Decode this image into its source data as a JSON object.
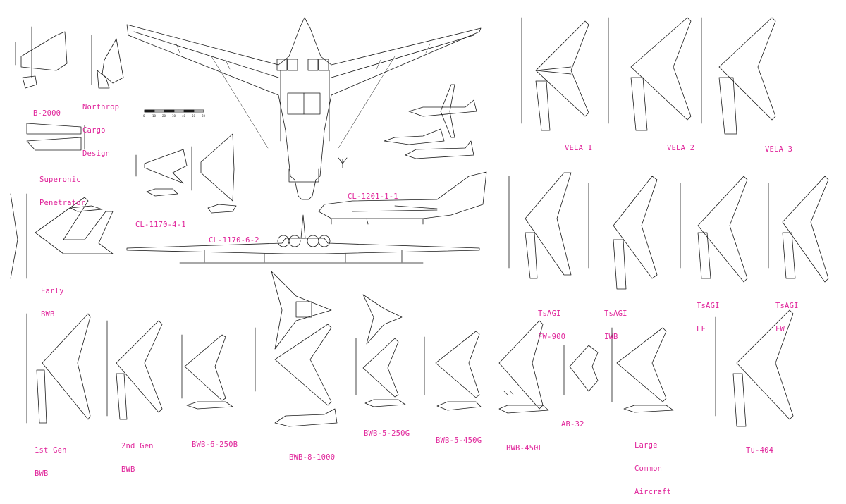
{
  "colors": {
    "label": "#e0249a",
    "line": "#1a1a1a",
    "background": "#ffffff"
  },
  "scale_bar": {
    "ticks": [
      "0",
      "10",
      "20",
      "30",
      "40",
      "50",
      "60"
    ]
  },
  "labels": {
    "b2000": [
      "B-2000"
    ],
    "northrop": [
      "Northrop",
      "Cargo",
      "Design"
    ],
    "superonic": [
      "Superonic",
      "Penetrator"
    ],
    "cl1201": [
      "CL-1201-1-1"
    ],
    "cl1170_4": [
      "CL-1170-4-1"
    ],
    "cl1170_6": [
      "CL-1170-6-2"
    ],
    "early_bwb": [
      "Early",
      "BWB"
    ],
    "vela1": [
      "VELA 1"
    ],
    "vela2": [
      "VELA 2"
    ],
    "vela3": [
      "VELA 3"
    ],
    "tsagi_fw900": [
      "TsAGI",
      "FW-900"
    ],
    "tsagi_iwb": [
      "TsAGI",
      "IWB"
    ],
    "tsagi_lf": [
      "TsAGI",
      "LF"
    ],
    "tsagi_fw": [
      "TsAGI",
      "FW"
    ],
    "gen1": [
      "1st Gen",
      "BWB"
    ],
    "gen2": [
      "2nd Gen",
      "BWB"
    ],
    "bwb6": [
      "BWB-6-250B"
    ],
    "bwb8": [
      "BWB-8-1000"
    ],
    "bwb5_250": [
      "BWB-5-250G"
    ],
    "bwb5_450": [
      "BWB-5-450G"
    ],
    "bwb450l": [
      "BWB-450L"
    ],
    "ab32": [
      "AB-32"
    ],
    "lca": [
      "Large",
      "Common",
      "Aircraft"
    ],
    "tu404": [
      "Tu-404"
    ]
  }
}
